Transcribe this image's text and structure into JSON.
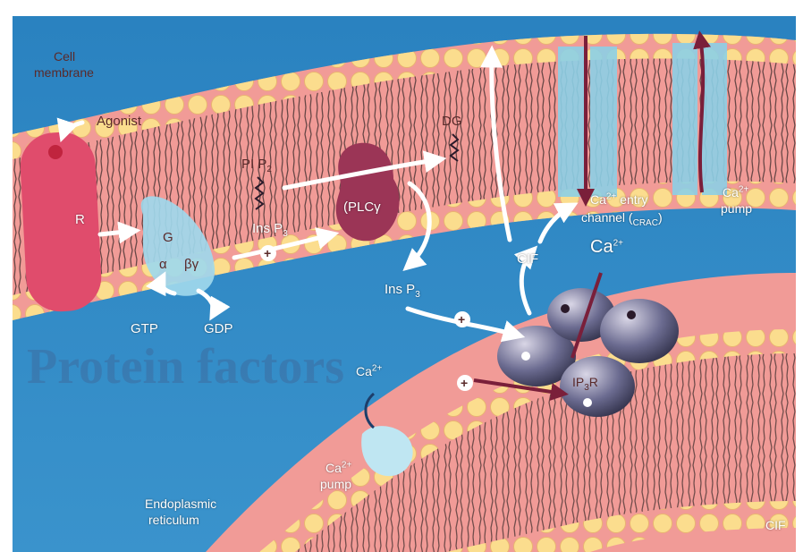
{
  "labels": {
    "cell_membrane_line1": "Cell",
    "cell_membrane_line2": "membrane",
    "agonist": "Agonist",
    "receptor": "R",
    "g_protein": "G",
    "g_alpha": "α",
    "g_betagamma": "βγ",
    "pip2_main": "PI P",
    "pip2_sub": "2",
    "ins_p3_main": "Ins P",
    "ins_p3_sub": "3",
    "plc": "(PLCγ",
    "dg": "DG",
    "gtp": "GTP",
    "gdp": "GDP",
    "cif": "CIF",
    "ca_main": "Ca",
    "ca_sup": "2+",
    "entry_line1_suffix": " entry",
    "entry_line2_prefix": "channel (",
    "entry_line2_sub": "CRAC",
    "entry_line2_suffix": ")",
    "pump": "pump",
    "ip3r_main": "IP",
    "ip3r_sub": "3",
    "ip3r_suffix": "R",
    "er_line1": "Endoplasmic",
    "er_line2": "reticulum",
    "plus": "+",
    "watermark": "Protein factors"
  },
  "colors": {
    "membrane_pink": "#f19b97",
    "lipid_head_yellow": "#fbe08d",
    "cytoplasm_blue": "#2f89c6",
    "receptor_red": "#e04c6c",
    "plc_maroon": "#9b3556",
    "g_protein_cyan": "#9fd8ec",
    "channel_blue": "#8ccfe6",
    "arrow_white": "#ffffff",
    "arrow_maroon": "#7a1f3a"
  }
}
